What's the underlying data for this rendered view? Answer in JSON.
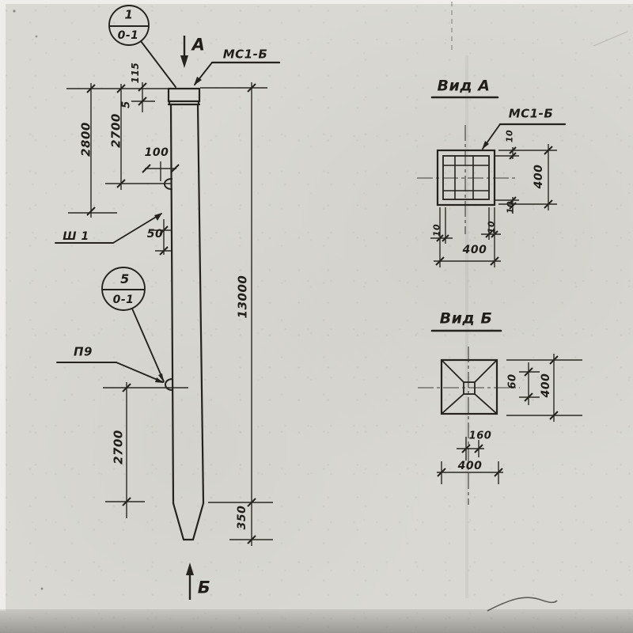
{
  "elevation": {
    "callout_top": {
      "num": "1",
      "sheet": "0-1"
    },
    "callout_mid": {
      "num": "5",
      "sheet": "0-1"
    },
    "arrow_top": "А",
    "arrow_bottom": "Б",
    "mesh_label": "МС1-Б",
    "weld_label": "Ш 1",
    "loop_label": "П9",
    "dims": {
      "d115": "115",
      "d5": "5",
      "d2800": "2800",
      "d2700_upper": "2700",
      "d100": "100",
      "d50": "50",
      "d2700_lower": "2700",
      "d13000": "13000",
      "d350": "350"
    }
  },
  "view_a": {
    "title": "Вид А",
    "mesh_label": "МС1-Б",
    "dims": {
      "d10_top": "10",
      "d400_side": "400",
      "d10_side": "10",
      "d10_left": "10",
      "d10_right": "10",
      "d400_width": "400"
    }
  },
  "view_b": {
    "title": "Вид Б",
    "dims": {
      "d60": "60",
      "d400_side": "400",
      "d160": "160",
      "d400_width": "400"
    }
  }
}
